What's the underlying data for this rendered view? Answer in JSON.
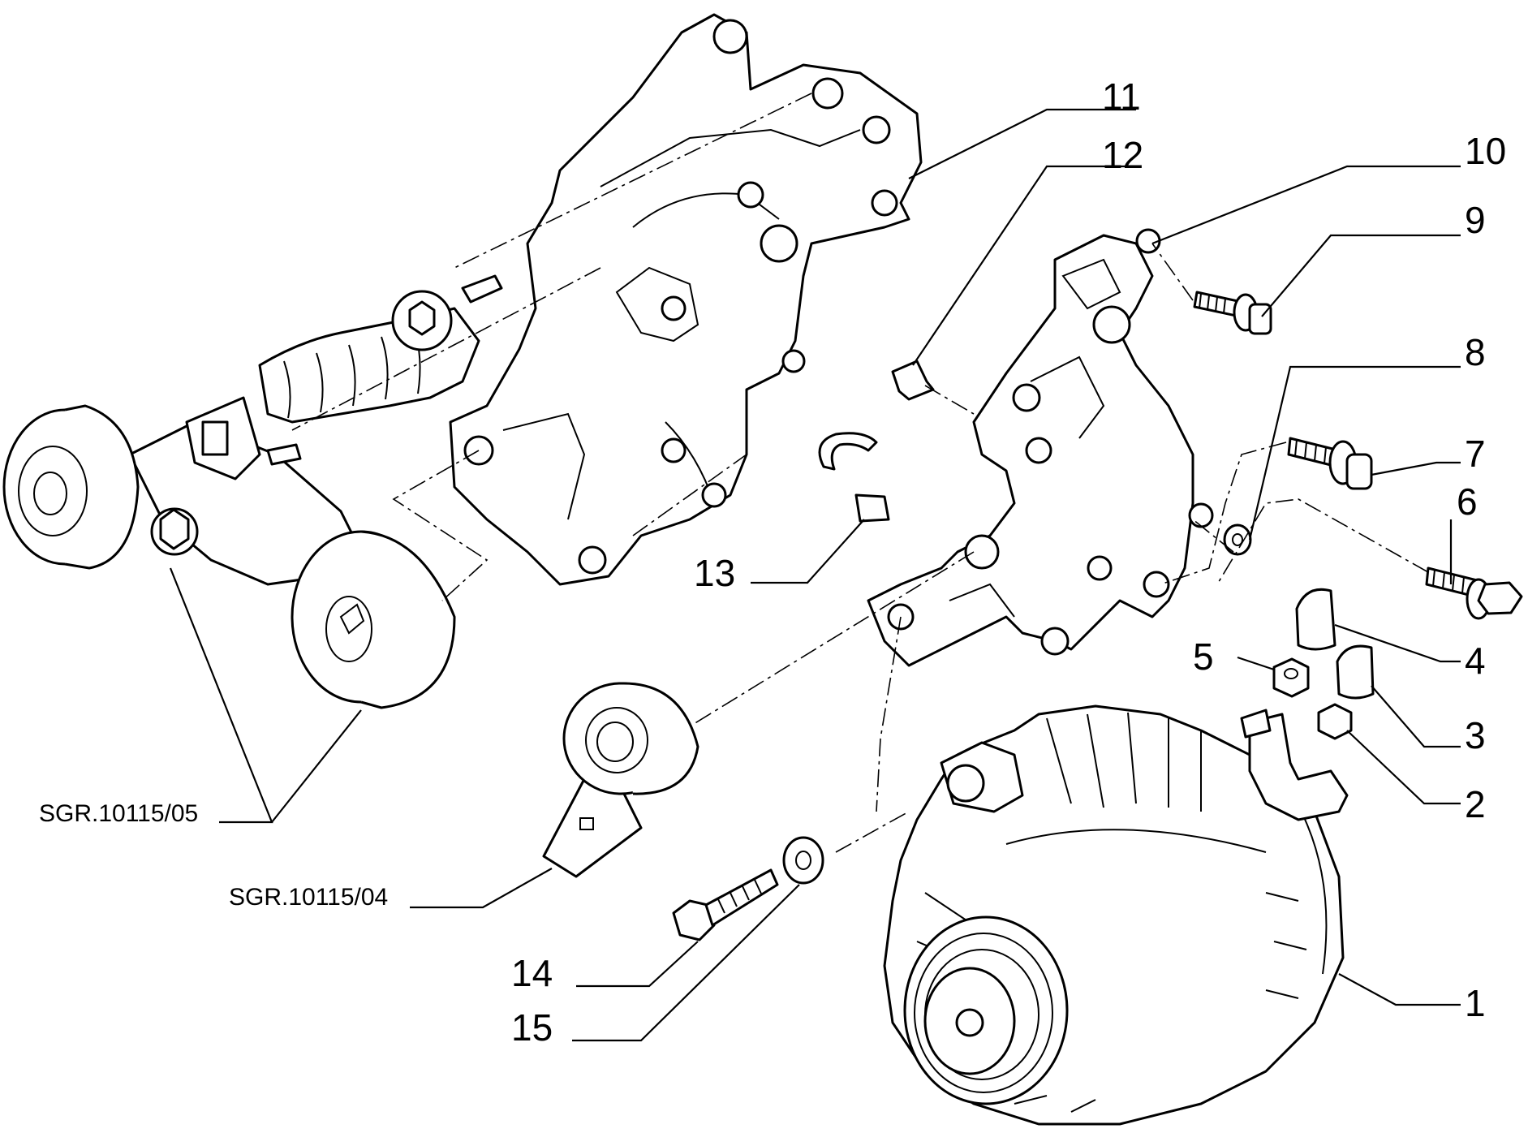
{
  "callouts": [
    "1",
    "2",
    "3",
    "4",
    "5",
    "6",
    "7",
    "8",
    "9",
    "10",
    "11",
    "12",
    "13",
    "14",
    "15"
  ],
  "references": [
    "SGR.10115/05",
    "SGR.10115/04"
  ],
  "parts": {
    "alternator": "alternator-icon",
    "tensioner": "belt-tensioner-icon",
    "idler_pulley": "idler-pulley-icon",
    "bracket": "support-bracket-icon"
  }
}
